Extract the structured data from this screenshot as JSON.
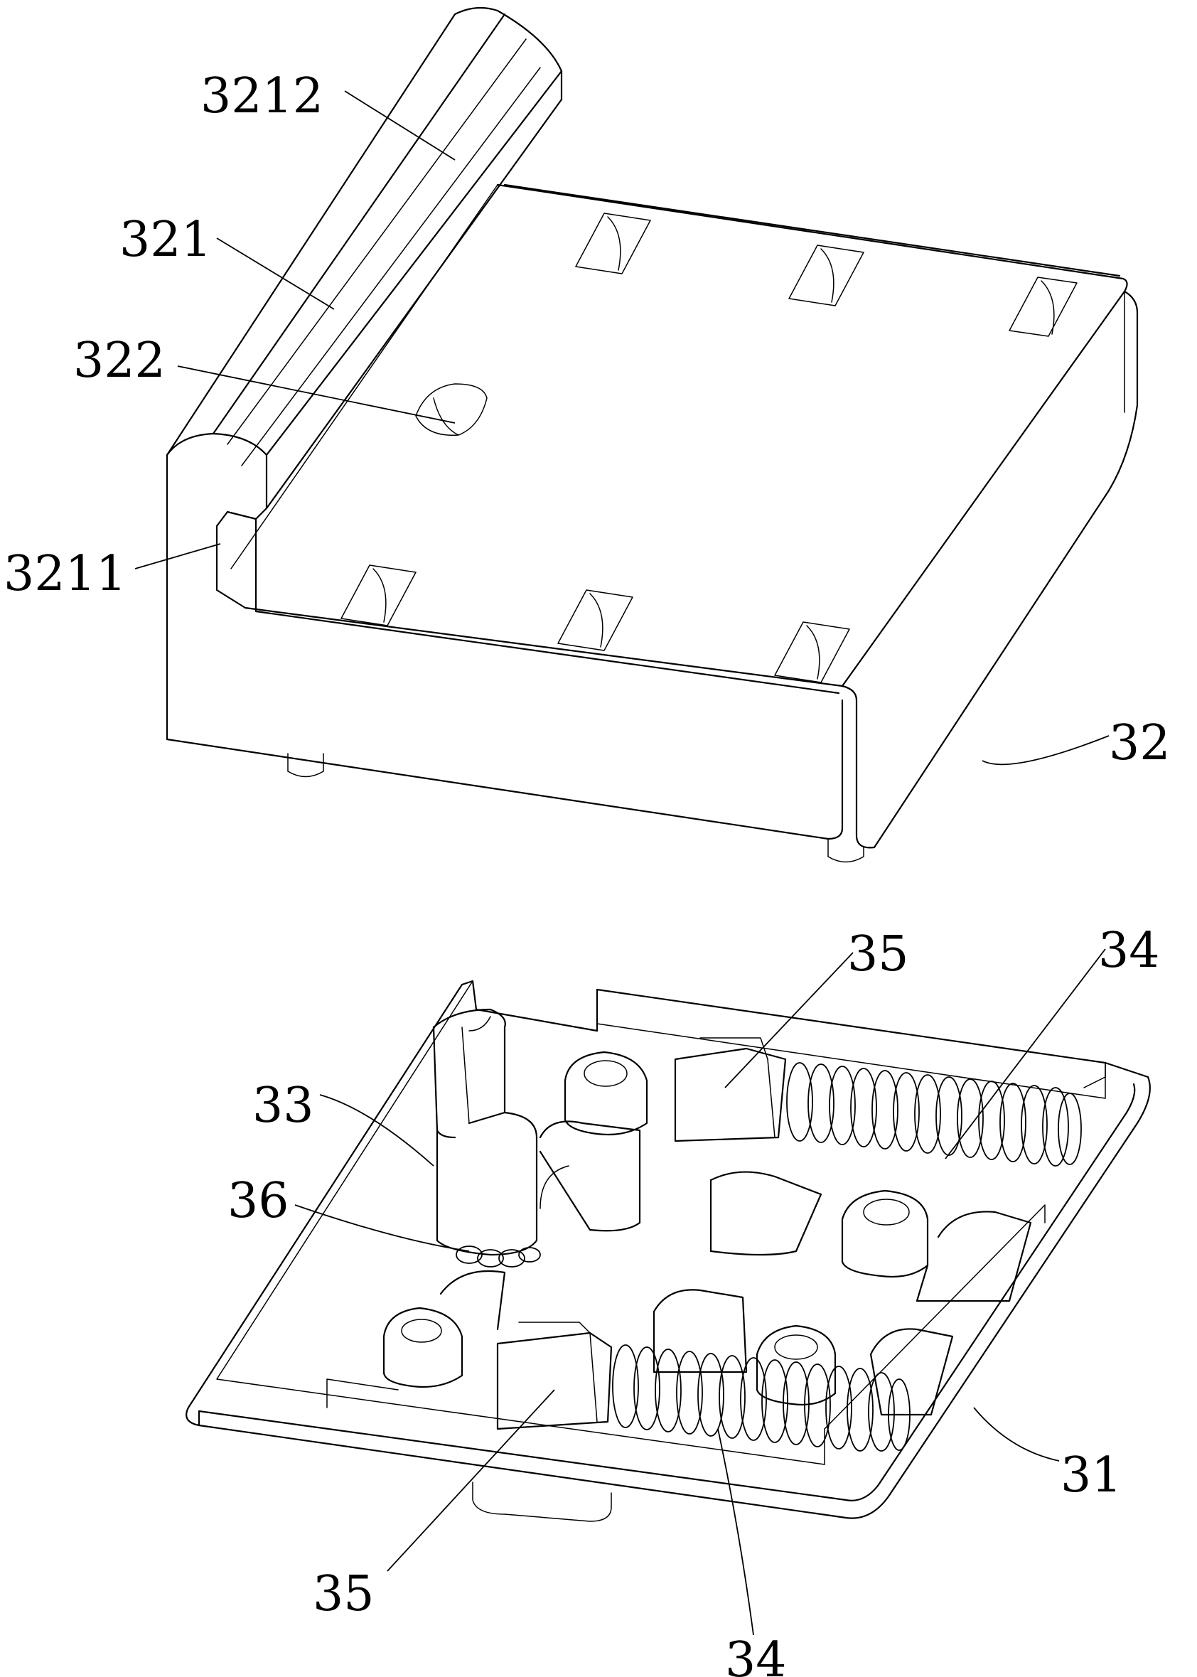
{
  "labels": {
    "l3212": "3212",
    "l321": "321",
    "l322": "322",
    "l3211": "3211",
    "l32": "32",
    "l35_top": "35",
    "l34_top": "34",
    "l33": "33",
    "l36": "36",
    "l31": "31",
    "l35_bottom": "35",
    "l34_bottom": "34"
  }
}
